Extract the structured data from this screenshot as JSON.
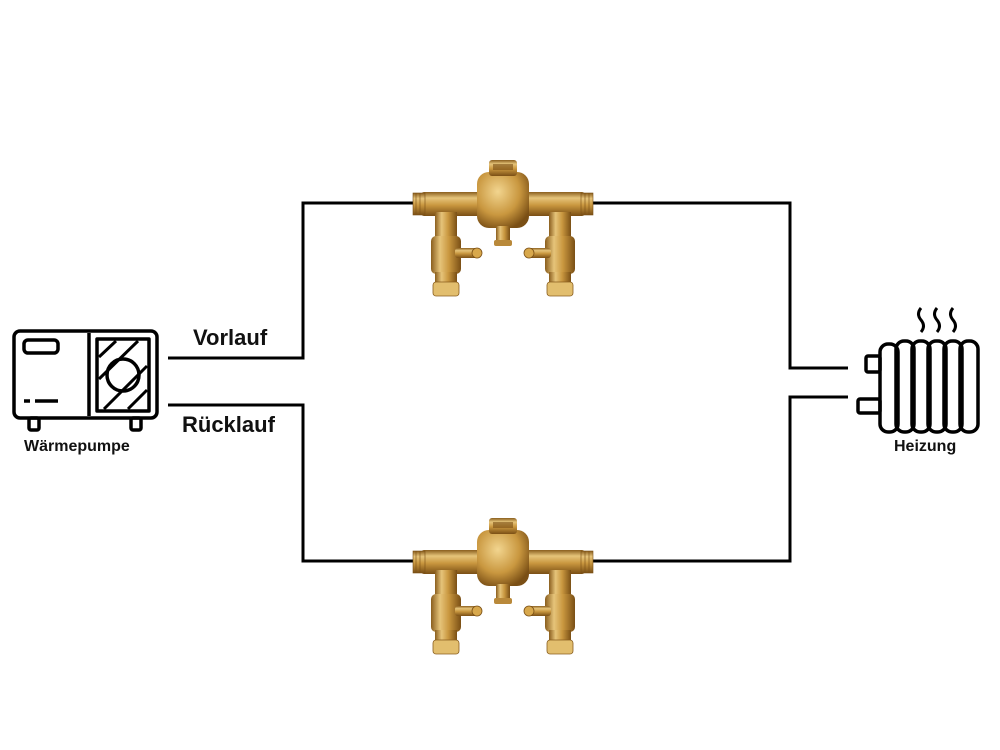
{
  "diagram": {
    "supply_label": "Vorlauf",
    "return_label": "Rücklauf",
    "heat_pump_label": "Wärmepumpe",
    "heating_label": "Heizung",
    "line_color": "#000000",
    "brass_light": "#E6C47A",
    "brass_mid": "#C9973F",
    "brass_dark": "#8A5E1E",
    "icons": {
      "heat_pump": "heat-pump-icon",
      "radiator": "radiator-icon",
      "valve_group": "brass-valve-group"
    }
  }
}
